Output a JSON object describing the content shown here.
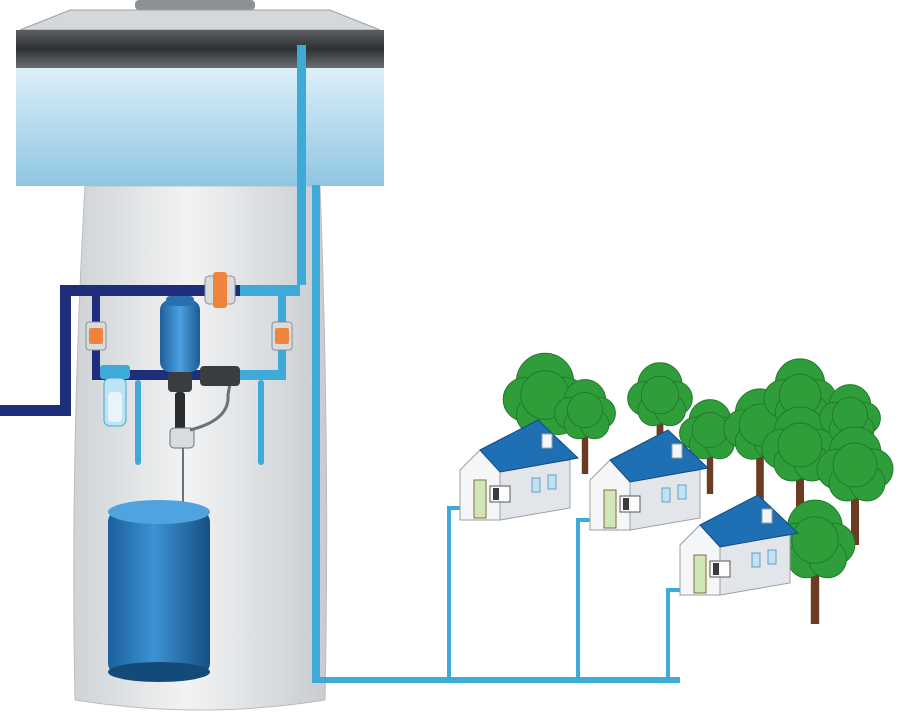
{
  "diagram": {
    "kind": "water-tower-dosing-system",
    "colors": {
      "tower_body": "#e6e8ea",
      "tank_band": "#3c4043",
      "tank_water": "#cfe8f5",
      "pipe_dark": "#1f2e7a",
      "pipe_light": "#3fa9d8",
      "valve_orange": "#f0843c",
      "pump_blue": "#2f7fc4",
      "barrel_blue": "#1f73b8",
      "roof_blue": "#1f6fb5",
      "tree_green": "#2f9e3a",
      "trunk_brown": "#6b3b22"
    },
    "houses": [
      {
        "roof": "blue",
        "trees": 2
      },
      {
        "roof": "blue",
        "trees": 4
      },
      {
        "roof": "blue",
        "trees": 2
      }
    ]
  }
}
